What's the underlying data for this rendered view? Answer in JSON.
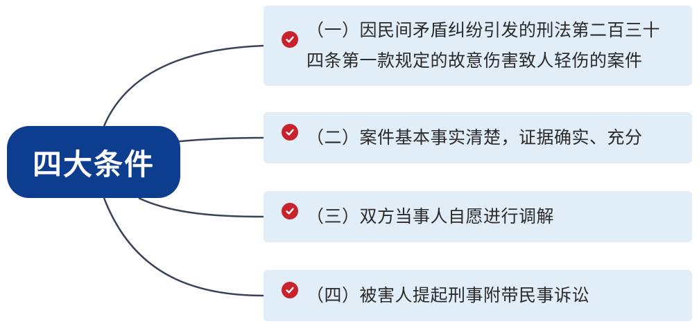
{
  "root": {
    "label": "四大条件"
  },
  "branches": [
    {
      "text": "（一）因民间矛盾纠纷引发的刑法第二百三十四条第一款规定的故意伤害致人轻伤的案件",
      "icon": "check-icon"
    },
    {
      "text": "（二）案件基本事实清楚，证据确实、充分",
      "icon": "check-icon"
    },
    {
      "text": "（三）双方当事人自愿进行调解",
      "icon": "check-icon"
    },
    {
      "text": "（四）被害人提起刑事附带民事诉讼",
      "icon": "check-icon"
    }
  ],
  "colors": {
    "root_fill": "#0d3d8f",
    "branch_fill": "#e2eef7",
    "check": "#c8232c",
    "connector": "#3a4258"
  }
}
